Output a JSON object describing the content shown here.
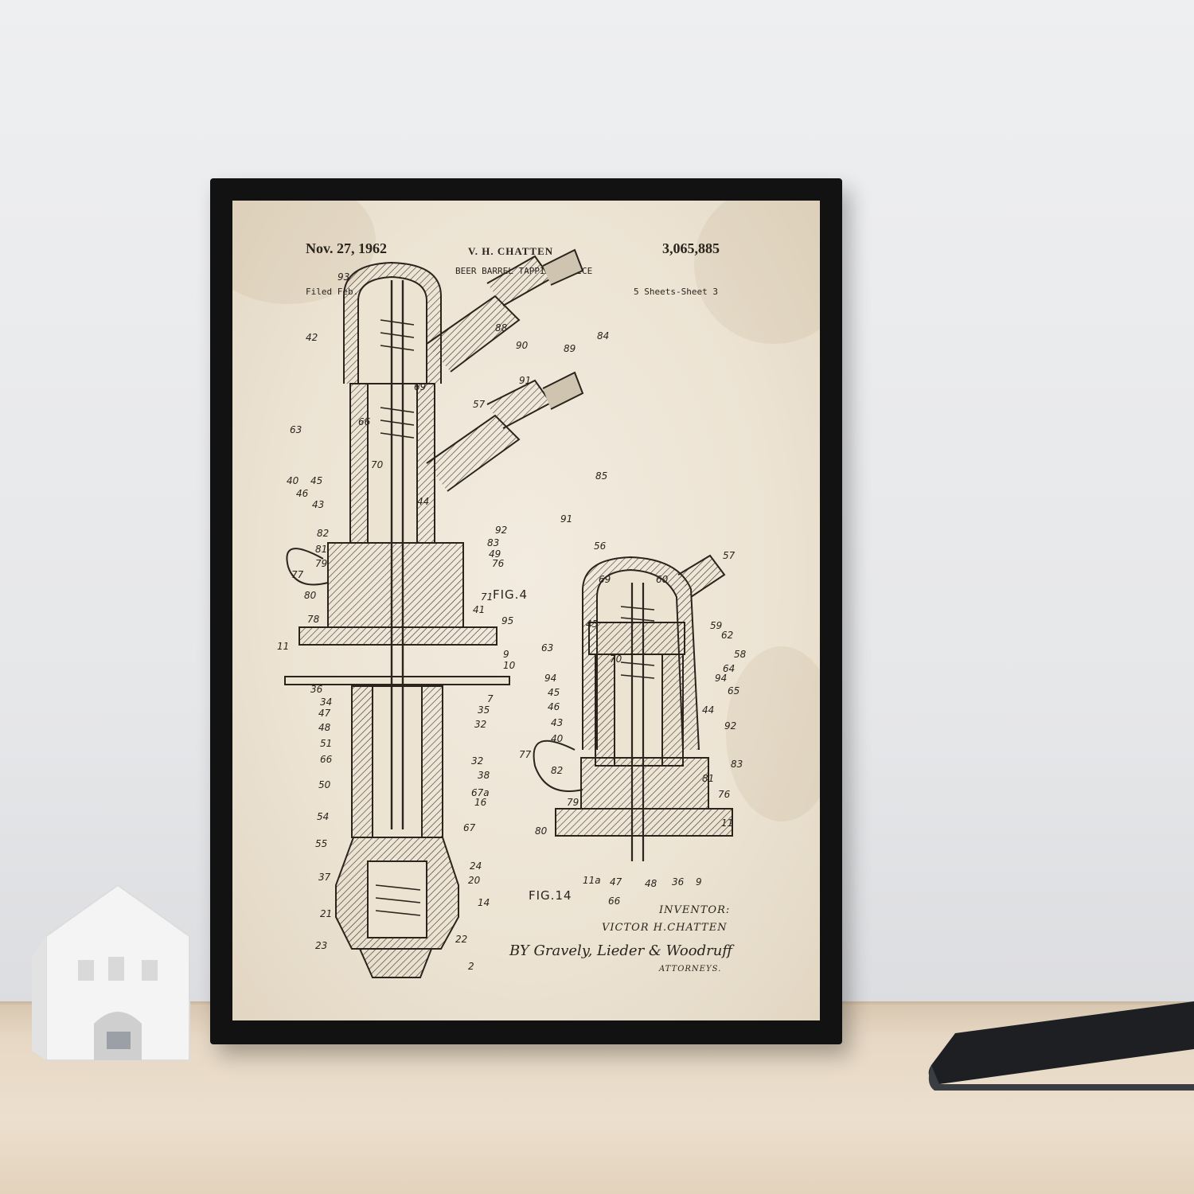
{
  "scene": {
    "wall_color": "#e9eaec",
    "shelf_color": "#e6d8c4",
    "frame_color": "#121212",
    "paper_color": "#ece3d3"
  },
  "patent": {
    "date": "Nov. 27, 1962",
    "inventor_header": "V. H. CHATTEN",
    "number": "3,065,885",
    "title": "BEER BARREL TAPPING DEVICE",
    "filed": "Filed Feb. 18, 1960",
    "sheets": "5 Sheets-Sheet 3",
    "fig_a": "FIG.4",
    "fig_b": "FIG.14",
    "inventor_label": "INVENTOR:",
    "inventor_name": "VICTOR H.CHATTEN",
    "attorneys_sig": "BY Gravely, Lieder & Woodruff",
    "attorneys_label": "ATTORNEYS."
  },
  "labels_fig4": [
    "93",
    "42",
    "63",
    "40",
    "45",
    "46",
    "43",
    "82",
    "81",
    "77",
    "79",
    "80",
    "78",
    "11",
    "36",
    "34",
    "47",
    "48",
    "51",
    "66",
    "50",
    "54",
    "55",
    "37",
    "21",
    "23",
    "88",
    "84",
    "90",
    "89",
    "91",
    "57",
    "69",
    "66",
    "70",
    "44",
    "85",
    "91",
    "92",
    "83",
    "49",
    "76",
    "71",
    "41",
    "95",
    "9",
    "10",
    "7",
    "35",
    "32",
    "32",
    "38",
    "67a",
    "16",
    "67",
    "24",
    "20",
    "14",
    "22",
    "2"
  ],
  "labels_fig14": [
    "56",
    "57",
    "69",
    "60",
    "45",
    "59",
    "62",
    "63",
    "58",
    "64",
    "94",
    "94",
    "45",
    "65",
    "46",
    "44",
    "43",
    "92",
    "40",
    "77",
    "82",
    "83",
    "81",
    "76",
    "79",
    "80",
    "11",
    "11a",
    "47",
    "48",
    "36",
    "9",
    "66",
    "70"
  ],
  "icons": {
    "house": "ceramic-house-icon",
    "laptop": "laptop-icon"
  }
}
